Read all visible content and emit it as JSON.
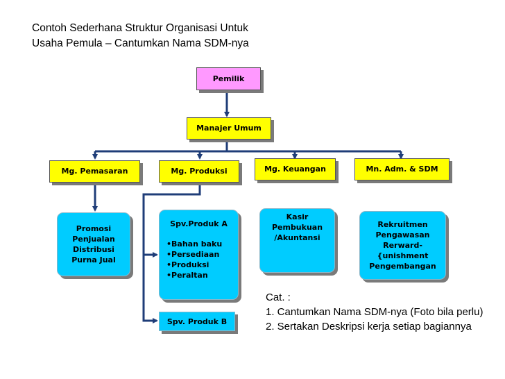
{
  "title": {
    "line1": "Contoh Sederhana Struktur Organisasi Untuk",
    "line2": "Usaha Pemula – Cantumkan Nama SDM-nya"
  },
  "org": {
    "owner": "Pemilik",
    "general_manager": "Manajer Umum",
    "managers": {
      "marketing": "Mg. Pemasaran",
      "production": "Mg. Produksi",
      "finance": "Mg. Keuangan",
      "admin_hr": "Mn. Adm. & SDM"
    },
    "marketing_tasks": [
      "Promosi",
      "Penjualan",
      "Distribusi",
      "Purna Jual"
    ],
    "production_a": {
      "title": "Spv.Produk A",
      "items": [
        "•Bahan baku",
        "•Persediaan",
        "•Produksi",
        "•Peraltan"
      ]
    },
    "production_b": "Spv. Produk B",
    "finance_tasks": [
      "Kasir",
      "Pembukuan",
      "/Akuntansi"
    ],
    "hr_tasks": [
      "Rekruitmen",
      "Pengawasan",
      "Rerward-",
      "{unishment",
      "Pengembangan"
    ]
  },
  "note": {
    "heading": "Cat. :",
    "line1": "1. Cantumkan Nama SDM-nya (Foto bila perlu)",
    "line2": "2. Sertakan Deskripsi kerja setiap bagiannya"
  },
  "colors": {
    "owner_fill": "#ff99ff",
    "manager_fill": "#ffff00",
    "task_fill": "#00ccff",
    "connector": "#1f3d78"
  }
}
